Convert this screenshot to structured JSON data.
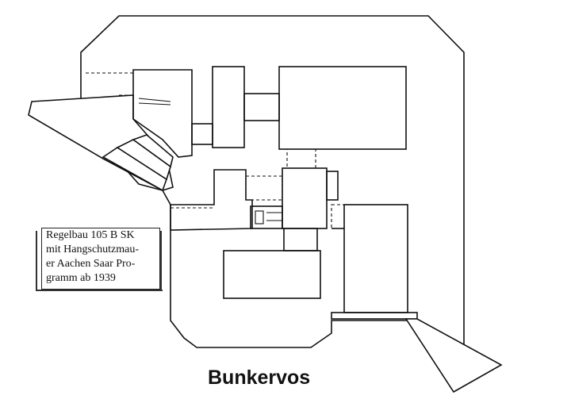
{
  "diagram": {
    "label_lines": [
      "Regelbau 105 B SK",
      "mit Hangschutzmau-",
      "er Aachen Saar Pro-",
      "gramm ab 1939"
    ],
    "caption": "Bunkervos"
  }
}
